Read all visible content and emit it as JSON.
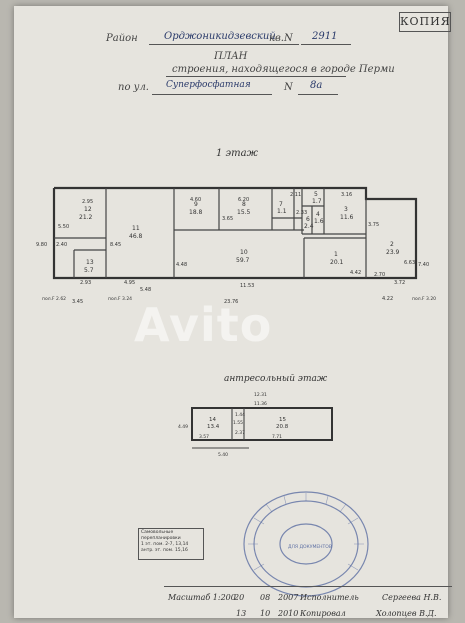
{
  "header": {
    "stamp": "КОПИЯ",
    "raion_label": "Район",
    "raion_value": "Орджоникидзевский",
    "kv_label": "кв.N",
    "kv_value": "2911",
    "plan_title": "ПЛАН",
    "building_line": "строения, находящегося в городе Перми",
    "street_label": "по ул.",
    "street_value": "Суперфосфатная",
    "number_label": "N",
    "number_value": "8а"
  },
  "floor1": {
    "title": "1 этаж",
    "rooms": [
      {
        "num": "1",
        "area": "20.1"
      },
      {
        "num": "2",
        "area": "23.9"
      },
      {
        "num": "3",
        "area": "11.6"
      },
      {
        "num": "4",
        "area": "1.6"
      },
      {
        "num": "5",
        "area": "1.7"
      },
      {
        "num": "6",
        "area": "2.4"
      },
      {
        "num": "7",
        "area": "1.1"
      },
      {
        "num": "8",
        "area": "15.5"
      },
      {
        "num": "9",
        "area": "18.8"
      },
      {
        "num": "10",
        "area": "59.7"
      },
      {
        "num": "11",
        "area": "46.8"
      },
      {
        "num": "12",
        "area": "21.2"
      },
      {
        "num": "13",
        "area": "5.7"
      }
    ],
    "dims": {
      "top_a": "2.95",
      "top_b": "4.60",
      "top_c": "6.20",
      "top_d": "2.11",
      "top_e": "3.16",
      "left_a": "5.50",
      "left_b": "9.80",
      "h_a": "8.45",
      "h_b": "4.48",
      "h_c": "3.75",
      "r_a": "4.42",
      "r_b": "6.63",
      "r_c": "7.40",
      "r_d": "2.70",
      "r_e": "3.72",
      "in_a": "2.40",
      "in_b": "2.93",
      "in_c": "4.95",
      "in_d": "5.48",
      "in_e": "11.53",
      "in_f": "3.65",
      "in_g": "2.33",
      "bot_a": "3.45",
      "bot_total": "23.76",
      "bot_b": "4.22"
    },
    "level_marks": [
      "пол.F 2.62",
      "пол.F 3.24",
      "пол.F 3.20"
    ]
  },
  "mezzanine": {
    "title": "антресольный этаж",
    "rooms": [
      {
        "num": "14",
        "area": "13.4"
      },
      {
        "num": "15",
        "area": "20.8"
      }
    ],
    "dims": {
      "top": "12.31",
      "top_inner": "11.36",
      "left": "4.49",
      "mid": "1.44",
      "a": "3.57",
      "b": "1.55",
      "c": "7.71",
      "d": "2.37",
      "bottom": "5.40"
    }
  },
  "stamp_small": {
    "line1": "Самовольные",
    "line2": "перепланировки",
    "line3": "1 эт. пом. 2-7, 13,14",
    "line4": "антр. эт. пом. 15,16"
  },
  "seal": {
    "center": "ДЛЯ ДОКУМЕНТОВ"
  },
  "footer": {
    "row1": {
      "scale_label": "Масштаб 1:200",
      "date1": "20",
      "date2": "08",
      "year": "2007",
      "role": "Исполнитель",
      "name": "Сергеева Н.В."
    },
    "row2": {
      "date1": "13",
      "date2": "10",
      "year": "2010",
      "role": "Копировал",
      "name": "Холопцев В.Д."
    }
  },
  "watermark": "Avito"
}
